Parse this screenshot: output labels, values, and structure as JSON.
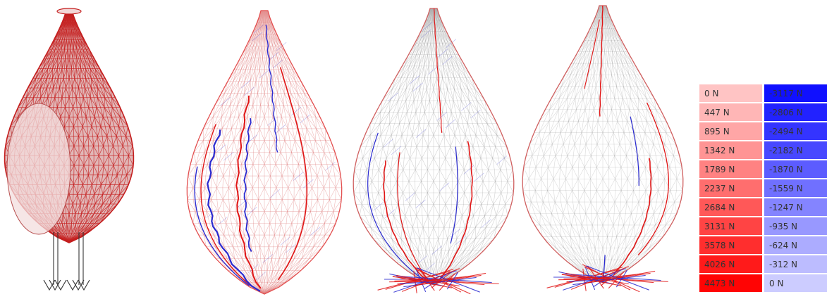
{
  "legend": {
    "rows": [
      {
        "tension": "0 N",
        "compression": "-3117 N",
        "tension_color": "#ffc4c4",
        "compression_color": "#1010ff"
      },
      {
        "tension": "447 N",
        "compression": "-2806 N",
        "tension_color": "#ffb6b6",
        "compression_color": "#2222ff"
      },
      {
        "tension": "895 N",
        "compression": "-2494 N",
        "tension_color": "#ffa6a6",
        "compression_color": "#3434ff"
      },
      {
        "tension": "1342 N",
        "compression": "-2182 N",
        "tension_color": "#ff9494",
        "compression_color": "#4848ff"
      },
      {
        "tension": "1789 N",
        "compression": "-1870 N",
        "tension_color": "#ff8282",
        "compression_color": "#5c5cff"
      },
      {
        "tension": "2237 N",
        "compression": "-1559 N",
        "tension_color": "#ff6e6e",
        "compression_color": "#7070ff"
      },
      {
        "tension": "2684 N",
        "compression": "-1247 N",
        "tension_color": "#ff5858",
        "compression_color": "#8484ff"
      },
      {
        "tension": "3131 N",
        "compression": "-935 N",
        "tension_color": "#ff4444",
        "compression_color": "#9898ff"
      },
      {
        "tension": "3578 N",
        "compression": "-624 N",
        "tension_color": "#ff2e2e",
        "compression_color": "#acacff"
      },
      {
        "tension": "4026 N",
        "compression": "-312 N",
        "tension_color": "#ff1a1a",
        "compression_color": "#bcbcff"
      },
      {
        "tension": "4473 N",
        "compression": "0 N",
        "tension_color": "#ff0404",
        "compression_color": "#ccccff"
      }
    ]
  },
  "colors": {
    "mesh_red": "#c41e1e",
    "tension_red": "#e01515",
    "compression_blue": "#2a2ad0",
    "support_gray": "#333333"
  }
}
